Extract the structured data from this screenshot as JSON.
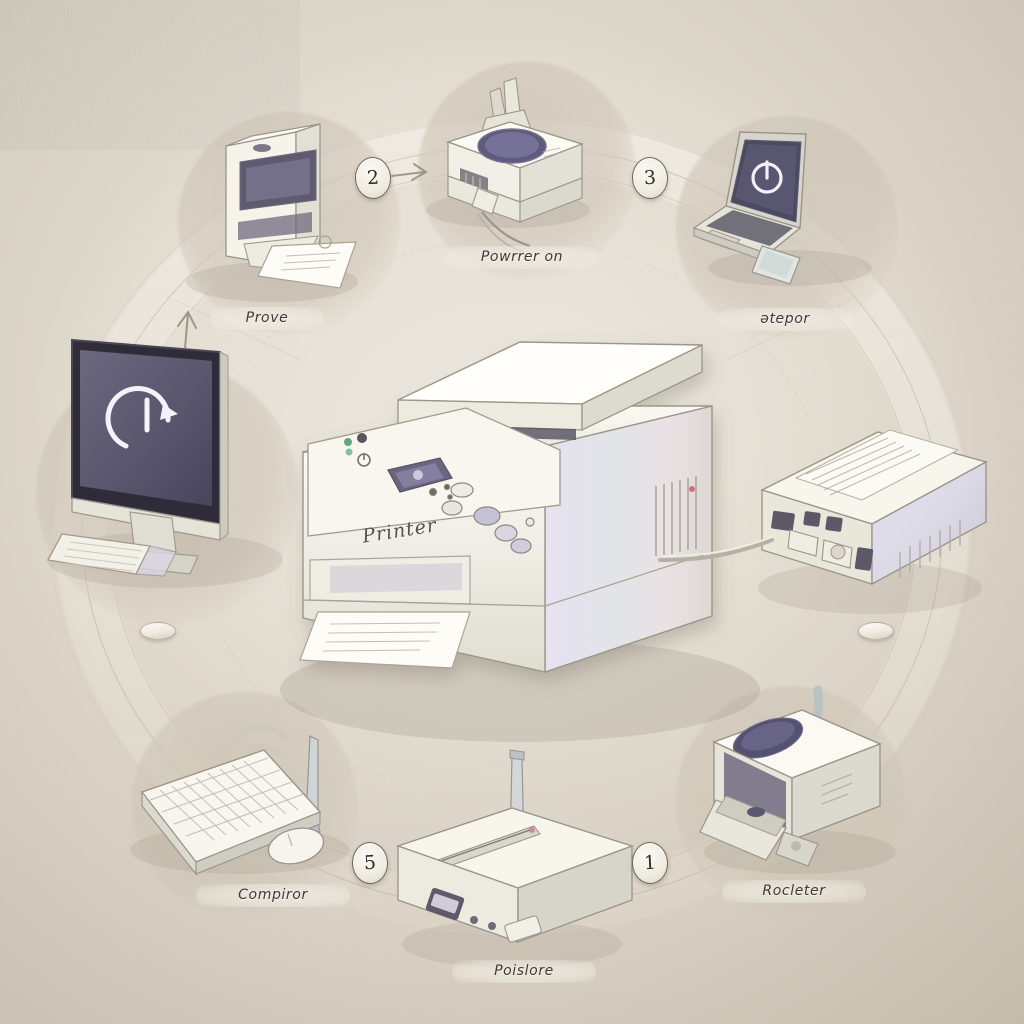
{
  "illustration": {
    "title": "Printer setup circular workflow illustration",
    "style": "hand-drawn isometric pastel sketch on textured beige paper",
    "background_color": "#ded7cb",
    "accent_color": "#6d665a",
    "paper_color": "#e4ded3"
  },
  "center": {
    "device_name": "printer",
    "body_label": "Printer",
    "screen_icon": "printer-display-icon",
    "output_item": "printed-page"
  },
  "nodes": [
    {
      "id": "print",
      "label": "Prove",
      "device": "fax-printer-with-paper",
      "icon": "document-output-icon",
      "position": "top-left"
    },
    {
      "id": "power-on",
      "label": "Powrrer on",
      "device": "power-adapter-unit",
      "icon": "plug-icon",
      "position": "top-center"
    },
    {
      "id": "stepor",
      "label": "ətepor",
      "device": "laptop",
      "icon": "power-symbol-icon",
      "position": "top-right"
    },
    {
      "id": "computer",
      "label": "Compiror",
      "device": "keyboard-mouse-antenna",
      "icon": "wifi-icon",
      "position": "bottom-left"
    },
    {
      "id": "restore",
      "label": "Poislore",
      "device": "wireless-router",
      "icon": "antenna-icon",
      "position": "bottom-center"
    },
    {
      "id": "router",
      "label": "Rocleter",
      "device": "paper-tray-unit",
      "icon": "tray-icon",
      "position": "bottom-right"
    }
  ],
  "side_devices": [
    {
      "id": "monitor",
      "device": "desktop-monitor-with-keyboard",
      "screen_icon": "power-restart-icon",
      "position": "left"
    },
    {
      "id": "network-box",
      "device": "network-interface-box",
      "icon": "ports-icon",
      "position": "right"
    }
  ],
  "badges": [
    {
      "id": "badge-2",
      "value": "2",
      "position": "top-left-arc"
    },
    {
      "id": "badge-3",
      "value": "3",
      "position": "top-right-arc"
    },
    {
      "id": "badge-5",
      "value": "5",
      "position": "bottom-left-arc"
    },
    {
      "id": "badge-1",
      "value": "1",
      "position": "bottom-right-arc"
    }
  ],
  "connectors": {
    "ring": "pale circular flow ribbon",
    "arrows": [
      "arrow-right-top",
      "arrow-up-left"
    ],
    "dots": [
      "ring-node-left",
      "ring-node-right"
    ]
  }
}
